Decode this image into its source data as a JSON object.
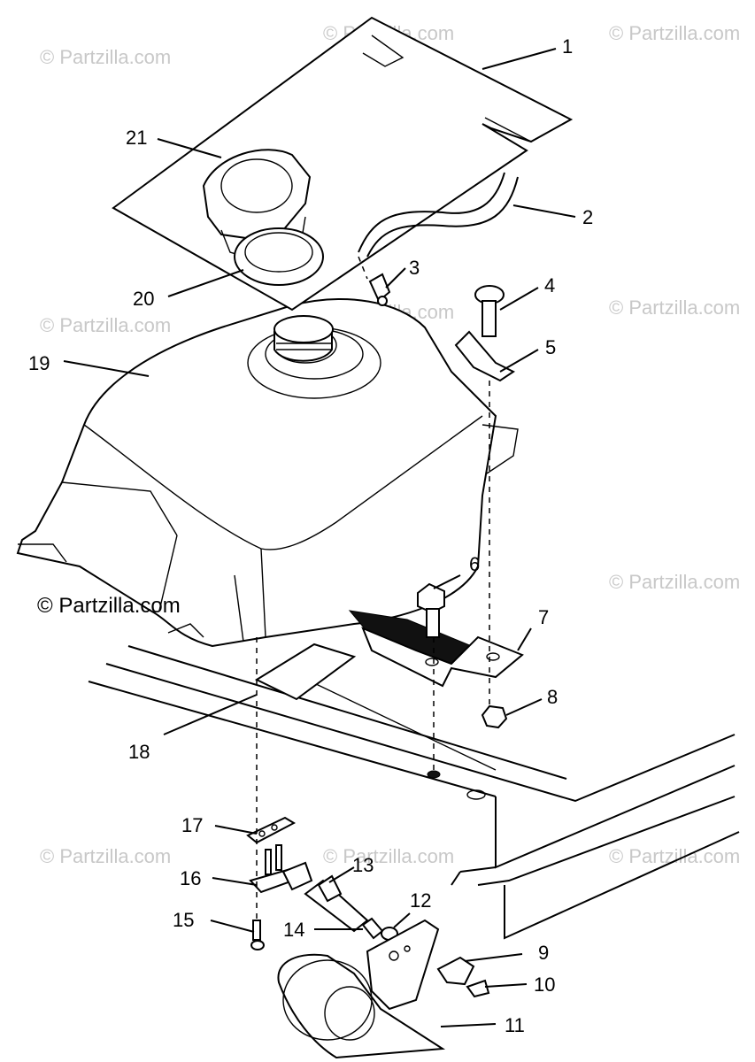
{
  "diagram": {
    "watermark_text": "© Partzilla.com",
    "callouts": [
      {
        "id": "1",
        "label": "1"
      },
      {
        "id": "2",
        "label": "2"
      },
      {
        "id": "3",
        "label": "3"
      },
      {
        "id": "4",
        "label": "4"
      },
      {
        "id": "5",
        "label": "5"
      },
      {
        "id": "6",
        "label": "6"
      },
      {
        "id": "7",
        "label": "7"
      },
      {
        "id": "8",
        "label": "8"
      },
      {
        "id": "9",
        "label": "9"
      },
      {
        "id": "10",
        "label": "10"
      },
      {
        "id": "11",
        "label": "11"
      },
      {
        "id": "12",
        "label": "12"
      },
      {
        "id": "13",
        "label": "13"
      },
      {
        "id": "14",
        "label": "14"
      },
      {
        "id": "15",
        "label": "15"
      },
      {
        "id": "16",
        "label": "16"
      },
      {
        "id": "17",
        "label": "17"
      },
      {
        "id": "18",
        "label": "18"
      },
      {
        "id": "19",
        "label": "19"
      },
      {
        "id": "20",
        "label": "20"
      },
      {
        "id": "21",
        "label": "21"
      }
    ]
  }
}
